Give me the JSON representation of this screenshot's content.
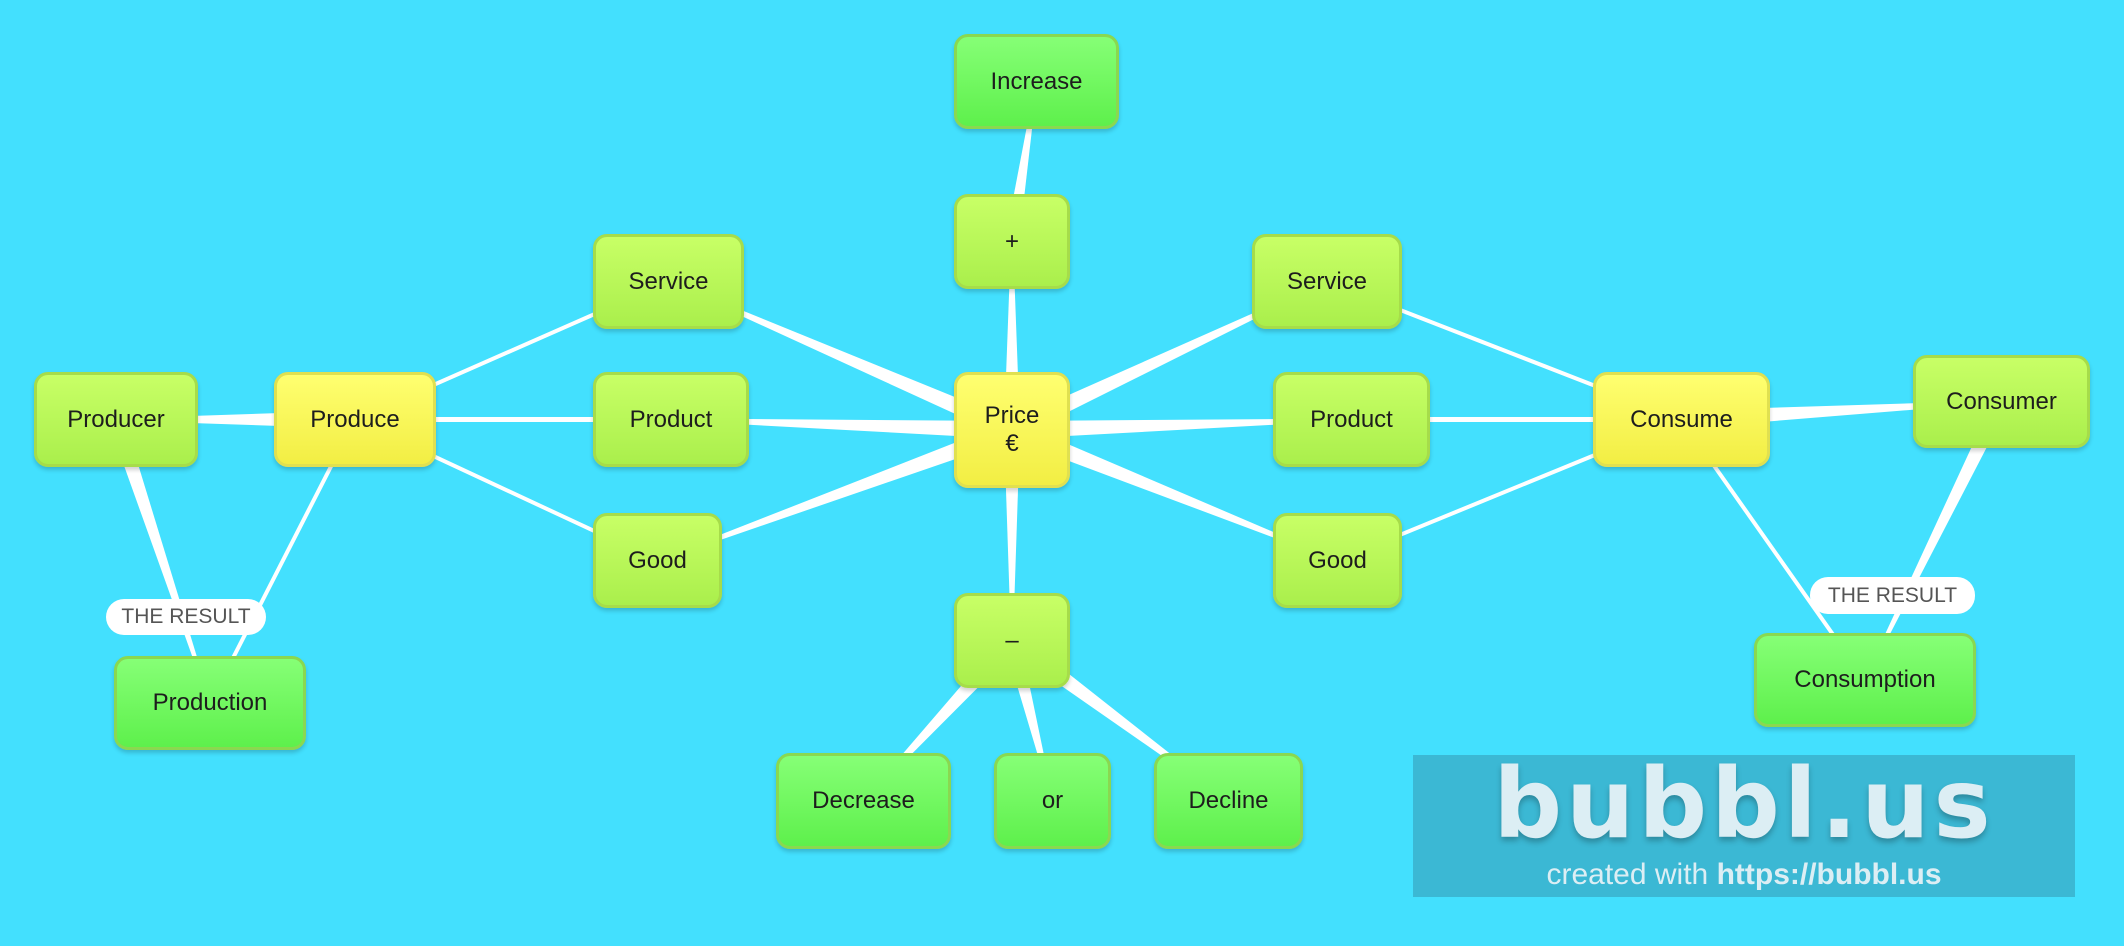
{
  "nodes": {
    "increase": "Increase",
    "plus": "+",
    "price": "Price\n€",
    "minus": "–",
    "decrease": "Decrease",
    "or": "or",
    "decline": "Decline",
    "service_left": "Service",
    "product_left": "Product",
    "good_left": "Good",
    "produce": "Produce",
    "producer": "Producer",
    "production": "Production",
    "service_right": "Service",
    "product_right": "Product",
    "good_right": "Good",
    "consume": "Consume",
    "consumer": "Consumer",
    "consumption": "Consumption"
  },
  "labels": {
    "result_left": "THE RESULT",
    "result_right": "THE RESULT"
  },
  "logo": {
    "wordmark": "bubbl.us",
    "created_with": "created with",
    "url": "https://bubbl.us"
  },
  "colors": {
    "background": "#43e0fe",
    "yellow": "#ffff70",
    "lime": "#c8ff66",
    "green": "#86ff76"
  }
}
